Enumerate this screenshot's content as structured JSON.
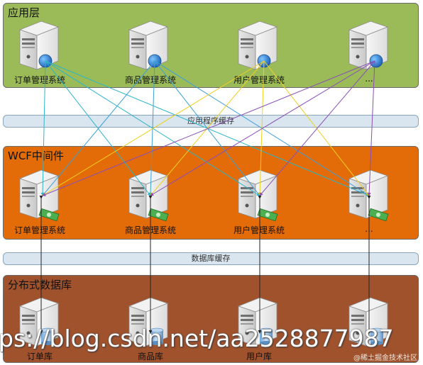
{
  "layers": {
    "app": {
      "title": "应用层",
      "nodes": [
        "订单管理系统",
        "商品管理系统",
        "用户管理系统",
        "..."
      ]
    },
    "wcf": {
      "title": "WCF中间件",
      "nodes": [
        "订单管理系统",
        "商品管理系统",
        "用户管理系统",
        "..."
      ]
    },
    "db": {
      "title": "分布式数据库",
      "nodes": [
        "订单库",
        "商品库",
        "用户库",
        "..."
      ]
    }
  },
  "caches": {
    "app_cache": "应用程序缓存",
    "db_cache": "数据库缓存"
  },
  "watermark": "ps://blog.csdn.net/aa2528877987",
  "credit": "@稀土掘金技术社区",
  "colors": {
    "app_layer": "#9bbb59",
    "wcf_layer": "#e36c09",
    "db_layer": "#a0522d",
    "cache_bar": "#d9e6ef",
    "line_colors": [
      "#2bb5c9",
      "#f0d020",
      "#8a4fb5",
      "#3ca0d8"
    ]
  }
}
